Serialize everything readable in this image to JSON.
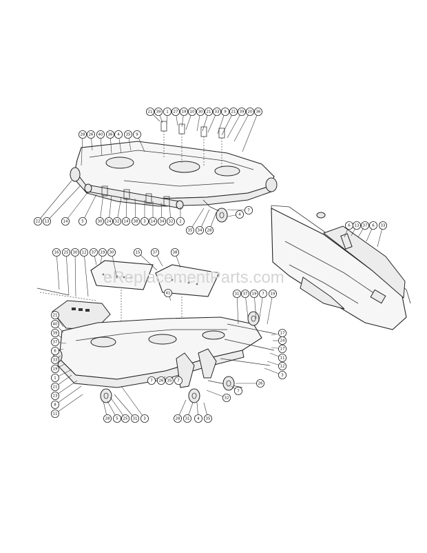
{
  "watermark": "eReplacementParts.com",
  "callouts": {
    "top": [
      "21",
      "39",
      "1",
      "27",
      "19",
      "10",
      "30",
      "21",
      "33",
      "9",
      "21",
      "39",
      "20",
      "36",
      "28",
      "26",
      "40",
      "36",
      "4",
      "35",
      "9",
      "22",
      "13",
      "14",
      "5",
      "30",
      "24",
      "32",
      "14",
      "38",
      "3",
      "14",
      "34",
      "32",
      "2",
      "7",
      "35",
      "34",
      "28",
      "4"
    ],
    "bottom": [
      "16",
      "25",
      "30",
      "12",
      "37",
      "19",
      "30",
      "15",
      "37",
      "38",
      "41",
      "31",
      "37",
      "19",
      "7",
      "19",
      "21",
      "40",
      "39",
      "37",
      "6",
      "33",
      "19",
      "1",
      "21",
      "23",
      "8",
      "11",
      "17",
      "24",
      "17",
      "11",
      "12",
      "3",
      "26",
      "7",
      "32",
      "28",
      "5",
      "25",
      "31",
      "3",
      "7",
      "26",
      "35",
      "7",
      "28",
      "31",
      "4",
      "35"
    ],
    "detail": [
      "6",
      "13",
      "37",
      "6",
      "33"
    ]
  }
}
